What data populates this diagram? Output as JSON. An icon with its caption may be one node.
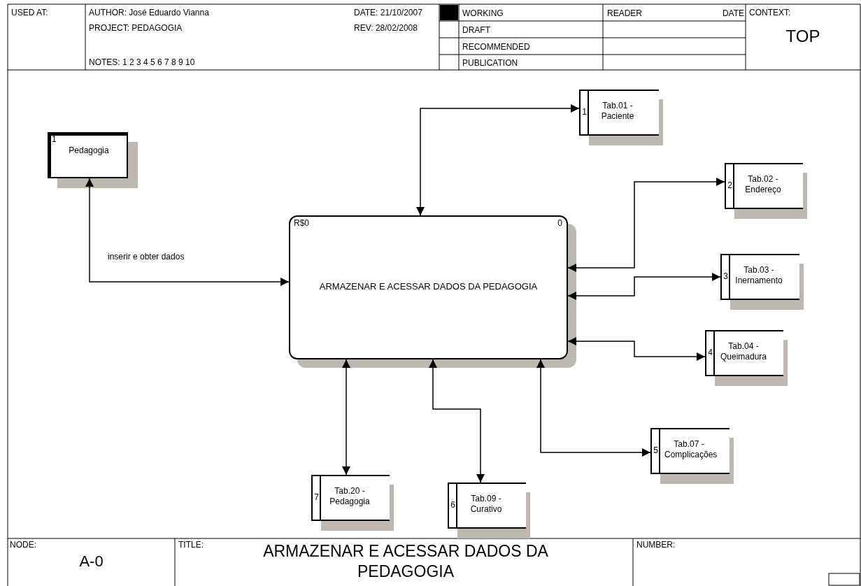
{
  "diagram": {
    "title": "ARMAZENAR E ACESSAR DADOS DA PEDAGOGIA",
    "nodes": [
      {
        "text": [
          "1",
          "Pedagogia"
        ]
      },
      {
        "text": [
          "R$0",
          "0",
          "ARMAZENAR E ACESSAR DADOS DA PEDAGOGIA"
        ]
      },
      {
        "text": [
          "1",
          "Tab.01 - Paciente"
        ]
      },
      {
        "text": [
          "2",
          "Tab.02 - Endereço"
        ]
      },
      {
        "text": [
          "3",
          "Tab.03 - Inernamento"
        ]
      },
      {
        "text": [
          "4",
          "Tab.04 - Queimadura"
        ]
      },
      {
        "text": [
          "5",
          "Tab.07 - Complicações"
        ]
      },
      {
        "text": [
          "6",
          "Tab.09 - Curativo"
        ]
      },
      {
        "text": [
          "7",
          "Tab.20 - Pedagogia"
        ]
      }
    ],
    "edges": [
      {
        "from": 0,
        "to": 1,
        "arrow": "both",
        "label": "inserir e obter dados"
      },
      {
        "from": 1,
        "to": 2,
        "arrow": "both"
      },
      {
        "from": 1,
        "to": 3,
        "arrow": "both"
      },
      {
        "from": 1,
        "to": 4,
        "arrow": "both"
      },
      {
        "from": 1,
        "to": 5,
        "arrow": "both"
      },
      {
        "from": 1,
        "to": 6,
        "arrow": "both"
      },
      {
        "from": 1,
        "to": 7,
        "arrow": "both"
      },
      {
        "from": 1,
        "to": 8,
        "arrow": "both"
      }
    ],
    "labels": [
      "USED AT:",
      "AUTHOR: José Eduardo Vianna",
      "PROJECT: PEDAGOGIA",
      "NOTES: 1 2 3 4 5 6 7 8 9 10",
      "DATE: 21/10/2007",
      "REV: 28/02/2008",
      "WORKING",
      "DRAFT",
      "RECOMMENDED",
      "PUBLICATION",
      "READER",
      "DATE",
      "CONTEXT:",
      "TOP",
      "NODE:",
      "A-0",
      "TITLE:",
      "NUMBER:"
    ]
  }
}
